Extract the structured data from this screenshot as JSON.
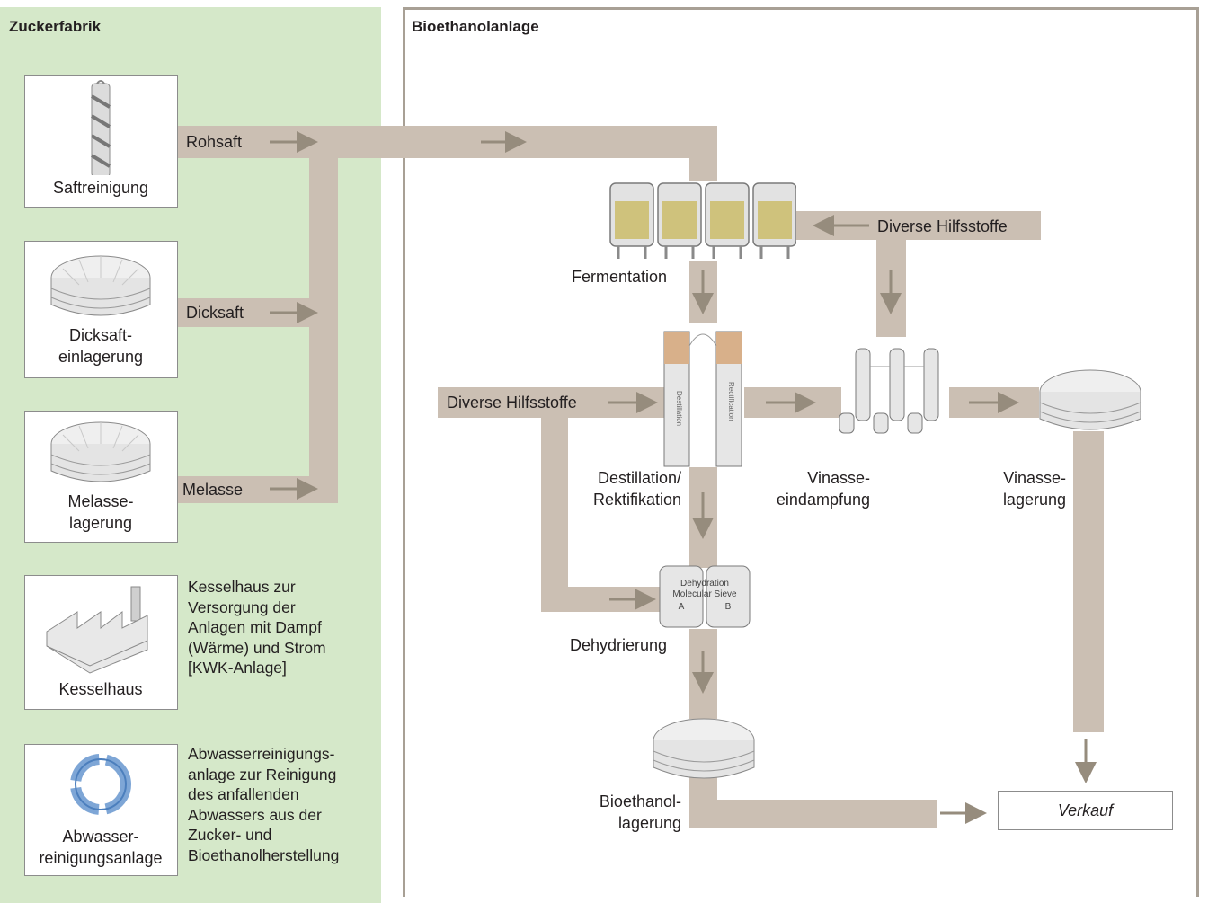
{
  "zones": {
    "sugar_factory": "Zuckerfabrik",
    "bioethanol_plant": "Bioethanolanlage"
  },
  "sugar_units": {
    "juice_purification": "Saftreinigung",
    "thick_juice_storage": "Dicksaft-\neinlagerung",
    "molasses_storage": "Melasse-\nlagerung",
    "boiler_house": "Kesselhaus",
    "wastewater_plant": "Abwasser-\nreinigungsanlage"
  },
  "descriptions": {
    "boiler_house": "Kesselhaus zur\nVersorgung der\nAnlagen mit Dampf\n(Wärme) und Strom\n[KWK-Anlage]",
    "wastewater_plant": "Abwasserreinigungs-\nanlage zur Reinigung\ndes anfallenden\nAbwassers aus der\nZucker- und\nBioethanolherstellung"
  },
  "streams": {
    "raw_juice": "Rohsaft",
    "thick_juice": "Dicksaft",
    "molasses": "Melasse",
    "auxiliaries_top": "Diverse Hilfsstoffe",
    "auxiliaries_left": "Diverse Hilfsstoffe"
  },
  "bio_units": {
    "fermentation": "Fermentation",
    "distillation": "Destillation/\nRektifikation",
    "vinasse_evaporation": "Vinasse-\neindampfung",
    "vinasse_storage": "Vinasse-\nlagerung",
    "dehydration": "Dehydrierung",
    "bioethanol_storage": "Bioethanol-\nlagerung",
    "sale": "Verkauf"
  },
  "equipment_labels": {
    "distillation_column": "Destillation",
    "rectification_column": "Rectification",
    "dehydration_title": "Dehydration",
    "dehydration_subtitle": "Molecular Sieve",
    "sieve_a": "A",
    "sieve_b": "B"
  },
  "colors": {
    "sugar_zone_bg": "#d5e8c9",
    "flow_band": "#cbbfb3",
    "arrow": "#968c7d",
    "frame": "#a8a095"
  }
}
